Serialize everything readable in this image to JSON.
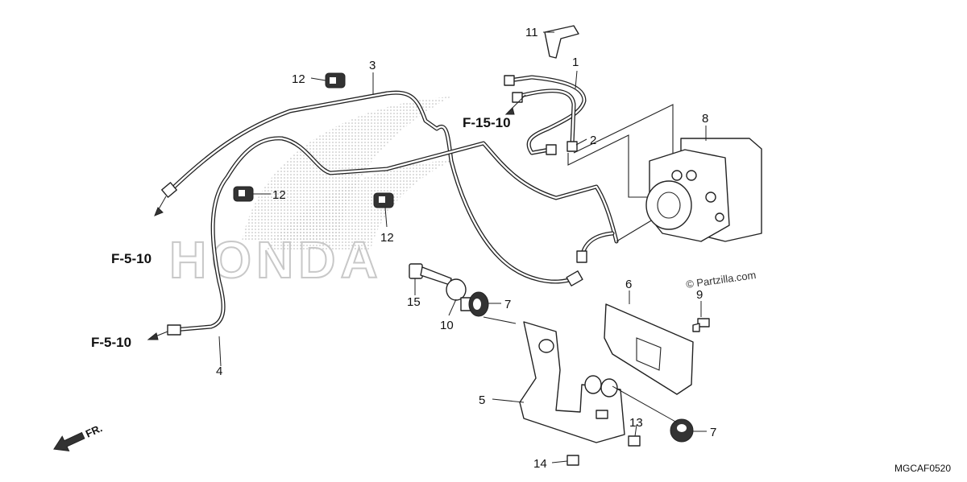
{
  "diagram": {
    "callouts": [
      {
        "id": "c1",
        "label": "1"
      },
      {
        "id": "c2",
        "label": "2"
      },
      {
        "id": "c3",
        "label": "3"
      },
      {
        "id": "c4",
        "label": "4"
      },
      {
        "id": "c5",
        "label": "5"
      },
      {
        "id": "c6",
        "label": "6"
      },
      {
        "id": "c7a",
        "label": "7"
      },
      {
        "id": "c7b",
        "label": "7"
      },
      {
        "id": "c8",
        "label": "8"
      },
      {
        "id": "c9",
        "label": "9"
      },
      {
        "id": "c10",
        "label": "10"
      },
      {
        "id": "c11",
        "label": "11"
      },
      {
        "id": "c12a",
        "label": "12"
      },
      {
        "id": "c12b",
        "label": "12"
      },
      {
        "id": "c12c",
        "label": "12"
      },
      {
        "id": "c13",
        "label": "13"
      },
      {
        "id": "c14",
        "label": "14"
      },
      {
        "id": "c15",
        "label": "15"
      }
    ],
    "references": [
      {
        "id": "ref-f15-10",
        "label": "F-15-10"
      },
      {
        "id": "ref-f5-10-upper",
        "label": "F-5-10"
      },
      {
        "id": "ref-f5-10-lower",
        "label": "F-5-10"
      }
    ],
    "watermark": "HONDA",
    "copyright": "© Partzilla.com",
    "front_label": "FR.",
    "diagram_code": "MGCAF0520"
  }
}
